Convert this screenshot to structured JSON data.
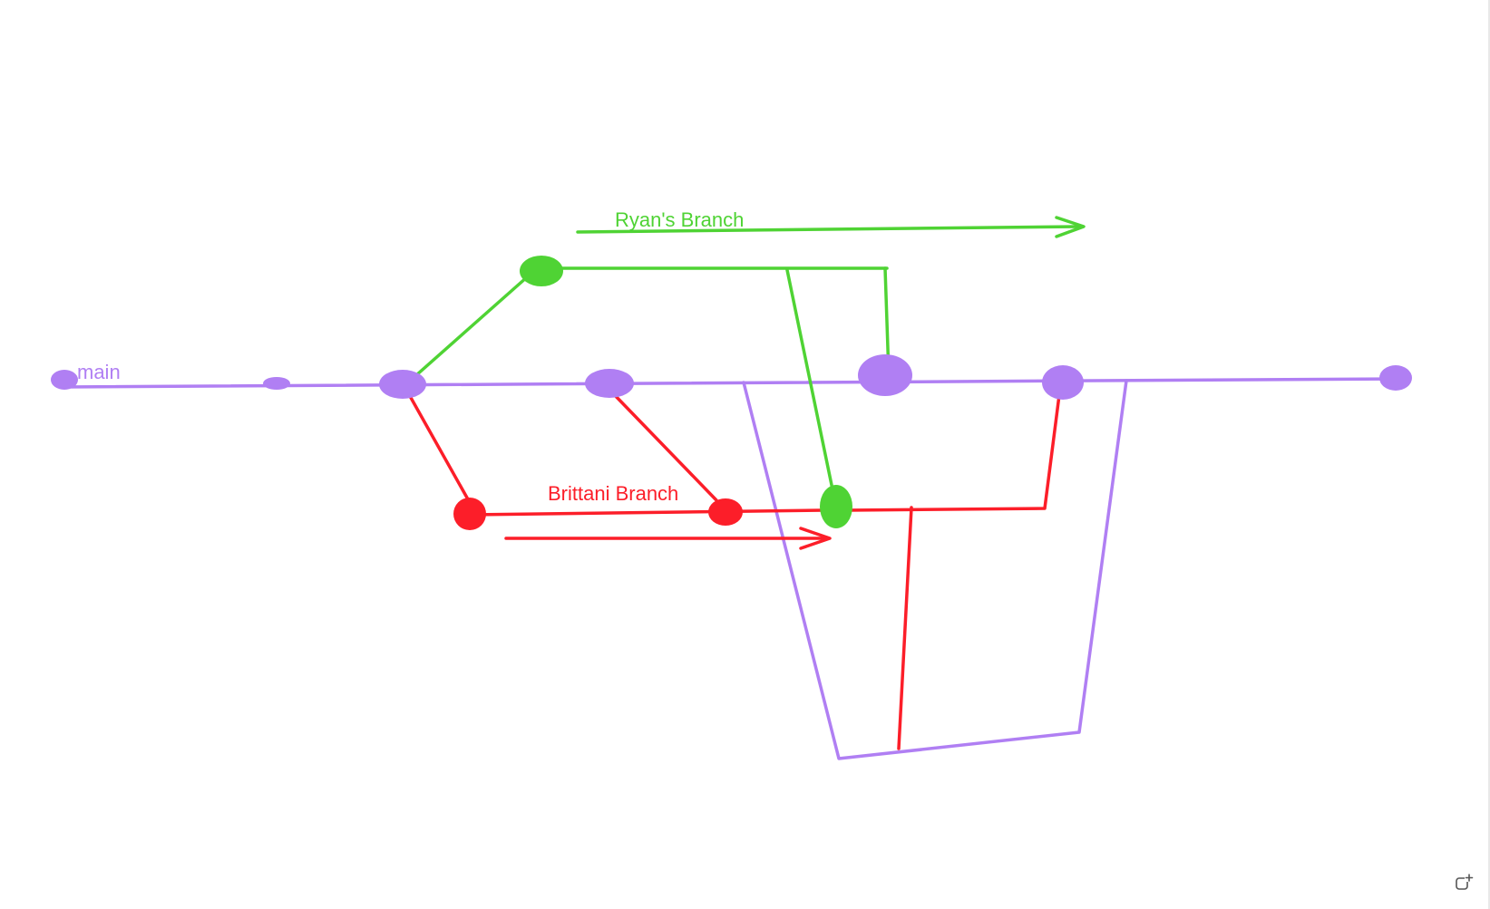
{
  "diagram": {
    "colors": {
      "main": "#b07ff3",
      "ryan": "#4fd334",
      "brittani": "#fc1e29"
    },
    "labels": {
      "main": "main",
      "ryan": "Ryan's Branch",
      "brittani": "Brittani Branch"
    }
  },
  "toolbar": {
    "corner_icon": "new-window-icon"
  }
}
